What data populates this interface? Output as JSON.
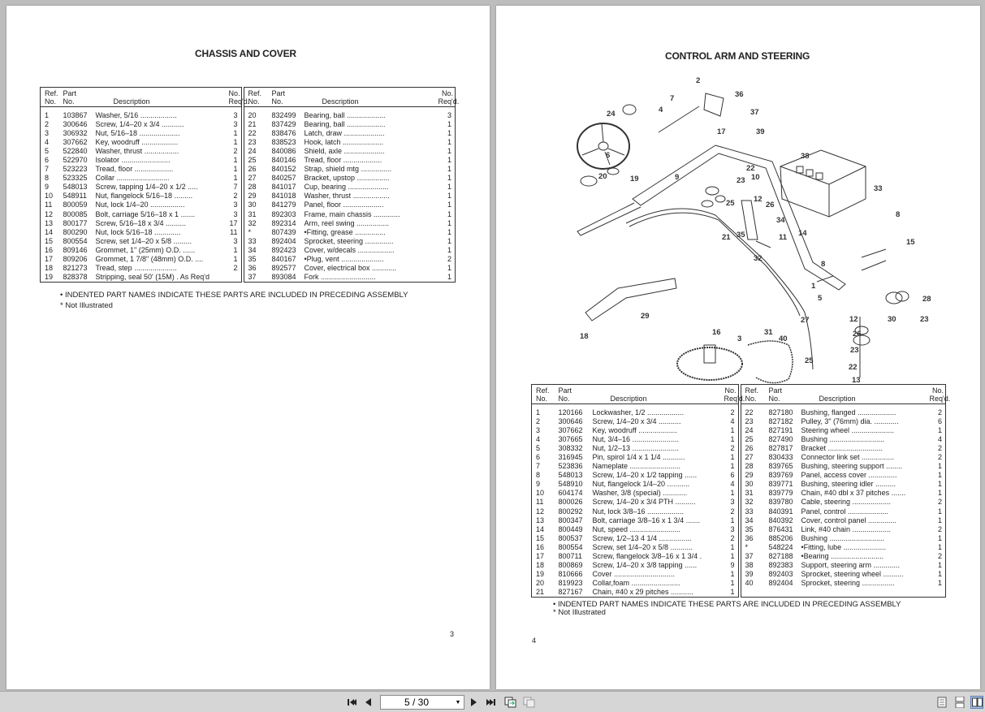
{
  "left_page": {
    "title": "CHASSIS AND COVER",
    "headers": {
      "ref": "Ref.\nNo.",
      "part": "Part\nNo.",
      "desc": "Description",
      "qty": "No.\nReq'd."
    },
    "headers_right": {
      "ref": "Ref.\nNo.",
      "part": "Part\nNo.",
      "desc": "Description",
      "qty": "No.\nReq'd."
    },
    "rows_a": [
      [
        "1",
        "103867",
        "Washer, 5/16 ..................",
        "3"
      ],
      [
        "2",
        "300646",
        "Screw, 1/4–20 x 3/4 ...........",
        "3"
      ],
      [
        "3",
        "306932",
        "Nut, 5/16–18 ....................",
        "1"
      ],
      [
        "4",
        "307662",
        "Key, woodruff ..................",
        "1"
      ],
      [
        "5",
        "522840",
        "Washer, thrust .................",
        "2"
      ],
      [
        "6",
        "522970",
        "Isolator ........................",
        "1"
      ],
      [
        "7",
        "523223",
        "Tread, floor ...................",
        "1"
      ],
      [
        "8",
        "523325",
        "Collar ..........................",
        "1"
      ],
      [
        "9",
        "548013",
        "Screw, tapping 1/4–20 x 1/2 .....",
        "7"
      ],
      [
        "10",
        "548911",
        "Nut, flangelock 5/16–18 .........",
        "2"
      ],
      [
        "11",
        "800059",
        "Nut, lock 1/4–20 .................",
        "3"
      ],
      [
        "12",
        "800085",
        "Bolt, carriage 5/16–18 x 1 .......",
        "3"
      ],
      [
        "13",
        "800177",
        "Screw, 5/16–18 x 3/4 ..........",
        "17"
      ],
      [
        "14",
        "800290",
        "Nut, lock 5/16–18 .............",
        "11"
      ],
      [
        "15",
        "800554",
        "Screw, set 1/4–20 x 5/8 .........",
        "3"
      ],
      [
        "16",
        "809146",
        "Grommet, 1\" (25mm) O.D. ......",
        "1"
      ],
      [
        "17",
        "809206",
        "Grommet, 1 7/8\" (48mm) O.D. ....",
        "1"
      ],
      [
        "18",
        "821273",
        "Tread, step .....................",
        "2"
      ],
      [
        "19",
        "828378",
        "Stripping, seal 50' (15M) . As Req'd",
        ""
      ]
    ],
    "rows_b": [
      [
        "20",
        "832499",
        "Bearing, ball ...................",
        "3"
      ],
      [
        "21",
        "837429",
        "Bearing, ball ...................",
        "1"
      ],
      [
        "22",
        "838476",
        "Latch, draw ....................",
        "1"
      ],
      [
        "23",
        "838523",
        "Hook, latch ....................",
        "1"
      ],
      [
        "24",
        "840086",
        "Shield, axle ....................",
        "1"
      ],
      [
        "25",
        "840146",
        "Tread, floor ...................",
        "1"
      ],
      [
        "26",
        "840152",
        "Strap, shield mtg ...............",
        "1"
      ],
      [
        "27",
        "840257",
        "Bracket, upstop ................",
        "1"
      ],
      [
        "28",
        "841017",
        "Cup, bearing ....................",
        "1"
      ],
      [
        "29",
        "841018",
        "Washer, thrust ..................",
        "1"
      ],
      [
        "30",
        "841279",
        "Panel, floor ....................",
        "1"
      ],
      [
        "31",
        "892303",
        "Frame, main chassis .............",
        "1"
      ],
      [
        "32",
        "892314",
        "Arm, reel swing ................",
        "1"
      ],
      [
        "*",
        "807439",
        "•Fitting, grease ...............",
        "1"
      ],
      [
        "33",
        "892404",
        "Sprocket, steering ..............",
        "1"
      ],
      [
        "34",
        "892423",
        "Cover, w/decals ..................",
        "1"
      ],
      [
        "35",
        "840167",
        "•Plug, vent .....................",
        "2"
      ],
      [
        "36",
        "892577",
        "Cover, electrical box ............",
        "1"
      ],
      [
        "37",
        "893084",
        "Fork ...........................",
        "1"
      ]
    ],
    "note1": "• INDENTED PART NAMES INDICATE THESE PARTS ARE INCLUDED IN PRECEDING ASSEMBLY",
    "note2": "* Not Illustrated",
    "page_number": "3"
  },
  "right_page": {
    "title": "CONTROL ARM AND STEERING",
    "headers": {
      "ref": "Ref.\nNo.",
      "part": "Part\nNo.",
      "desc": "Description",
      "qty": "No.\nReq'd."
    },
    "diagram_labels": [
      "2",
      "36",
      "7",
      "4",
      "37",
      "24",
      "39",
      "17",
      "38",
      "6",
      "33",
      "20",
      "19",
      "9",
      "22",
      "10",
      "23",
      "12",
      "26",
      "25",
      "8",
      "34",
      "14",
      "21",
      "35",
      "11",
      "8",
      "15",
      "32",
      "1",
      "5",
      "28",
      "29",
      "12",
      "30",
      "23",
      "18",
      "27",
      "31",
      "26",
      "16",
      "3",
      "40",
      "23",
      "25",
      "22",
      "13"
    ],
    "rows_a": [
      [
        "1",
        "120166",
        "Lockwasher, 1/2 ..................",
        "2"
      ],
      [
        "2",
        "300646",
        "Screw, 1/4–20 x 3/4 ...........",
        "4"
      ],
      [
        "3",
        "307662",
        "Key, woodruff ...................",
        "1"
      ],
      [
        "4",
        "307665",
        "Nut, 3/4–16 .......................",
        "1"
      ],
      [
        "5",
        "308332",
        "Nut, 1/2–13 .......................",
        "2"
      ],
      [
        "6",
        "316945",
        "Pin, spirol 1/4 x 1 1/4 ...........",
        "1"
      ],
      [
        "7",
        "523836",
        "Nameplate .........................",
        "1"
      ],
      [
        "8",
        "548013",
        "Screw, 1/4–20 x 1/2 tapping ......",
        "6"
      ],
      [
        "9",
        "548910",
        "Nut, flangelock 1/4–20 ...........",
        "4"
      ],
      [
        "10",
        "604174",
        "Washer, 3/8 (special) ............",
        "1"
      ],
      [
        "11",
        "800026",
        "Screw, 1/4–20 x 3/4 PTH ..........",
        "3"
      ],
      [
        "12",
        "800292",
        "Nut, lock 3/8–16 ..................",
        "2"
      ],
      [
        "13",
        "800347",
        "Bolt, carriage 3/8–16 x 1 3/4 .......",
        "1"
      ],
      [
        "14",
        "800449",
        "Nut, speed .........................",
        "3"
      ],
      [
        "15",
        "800537",
        "Screw, 1/2–13 4 1/4 ................",
        "2"
      ],
      [
        "16",
        "800554",
        "Screw, set 1/4–20 x 5/8 ...........",
        "1"
      ],
      [
        "17",
        "800711",
        "Screw, flangelock 3/8–16 x 1 3/4 .",
        "1"
      ],
      [
        "18",
        "800869",
        "Screw, 1/4–20 x 3/8 tapping ......",
        "9"
      ],
      [
        "19",
        "810666",
        "Cover ..............................",
        "1"
      ],
      [
        "20",
        "819923",
        "Collar,foam ........................",
        "1"
      ],
      [
        "21",
        "827167",
        "Chain, #40 x 29 pitches ...........",
        "1"
      ]
    ],
    "rows_b": [
      [
        "22",
        "827180",
        "Bushing, flanged ...................",
        "2"
      ],
      [
        "23",
        "827182",
        "Pulley, 3\" (76mm) dia. ............",
        "6"
      ],
      [
        "24",
        "827191",
        "Steering wheel .....................",
        "1"
      ],
      [
        "25",
        "827490",
        "Bushing ...........................",
        "4"
      ],
      [
        "26",
        "827817",
        "Bracket ...........................",
        "2"
      ],
      [
        "27",
        "830433",
        "Connector link set ................",
        "2"
      ],
      [
        "28",
        "839765",
        "Bushing, steering support ........",
        "1"
      ],
      [
        "29",
        "839769",
        "Panel, access cover ..............",
        "1"
      ],
      [
        "30",
        "839771",
        "Bushing, steering idler ..........",
        "1"
      ],
      [
        "31",
        "839779",
        "Chain, #40 dbl x 37 pitches .......",
        "1"
      ],
      [
        "32",
        "839780",
        "Cable, steering ...................",
        "2"
      ],
      [
        "33",
        "840391",
        "Panel, control ....................",
        "1"
      ],
      [
        "34",
        "840392",
        "Cover, control panel ..............",
        "1"
      ],
      [
        "35",
        "876431",
        "Link, #40 chain ...................",
        "2"
      ],
      [
        "36",
        "885206",
        "Bushing ...........................",
        "1"
      ],
      [
        "*",
        "548224",
        "•Fitting, lube .....................",
        "1"
      ],
      [
        "37",
        "827188",
        "•Bearing ..........................",
        "2"
      ],
      [
        "38",
        "892383",
        "Support, steering arm .............",
        "1"
      ],
      [
        "39",
        "892403",
        "Sprocket, steering wheel ..........",
        "1"
      ],
      [
        "40",
        "892404",
        "Sprocket, steering ................",
        "1"
      ],
      [
        "",
        "",
        "",
        ""
      ]
    ],
    "note1": "• INDENTED PART NAMES INDICATE THESE PARTS ARE INCLUDED IN PRECEDING ASSEMBLY",
    "note2": "* Not Illustrated",
    "page_number": "4"
  },
  "toolbar": {
    "page_indicator": "5 / 30",
    "icons": [
      "first-page-icon",
      "prev-page-icon",
      "dropdown-icon",
      "next-page-icon",
      "last-page-icon",
      "copy-icon",
      "paste-icon",
      "single-page-icon",
      "continuous-icon",
      "two-page-icon"
    ]
  }
}
